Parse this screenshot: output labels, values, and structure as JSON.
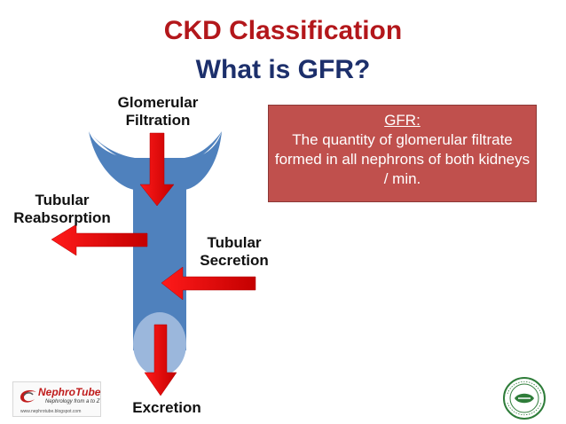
{
  "title": "CKD Classification",
  "subtitle": "What is GFR?",
  "labels": {
    "glomerular_line1": "Glomerular",
    "glomerular_line2": "Filtration",
    "tubular_reab_line1": "Tubular",
    "tubular_reab_line2": "Reabsorption",
    "tubular_sec_line1": "Tubular",
    "tubular_sec_line2": "Secretion",
    "excretion": "Excretion"
  },
  "gfr_box": {
    "heading": "GFR:",
    "body": "The quantity of glomerular filtrate formed in all nephrons of both kidneys / min."
  },
  "logo_left": {
    "brand": "NephroTube",
    "tagline": "Nephrology from a to Z",
    "url": "www.nephrotube.blogspot.com"
  },
  "colors": {
    "title_red": "#b3171b",
    "subtitle_navy": "#1c2f6b",
    "tube_blue": "#4f81bd",
    "tube_light": "#9bb7dc",
    "arrow_red": "#e00000",
    "box_fill": "#c0504d"
  }
}
